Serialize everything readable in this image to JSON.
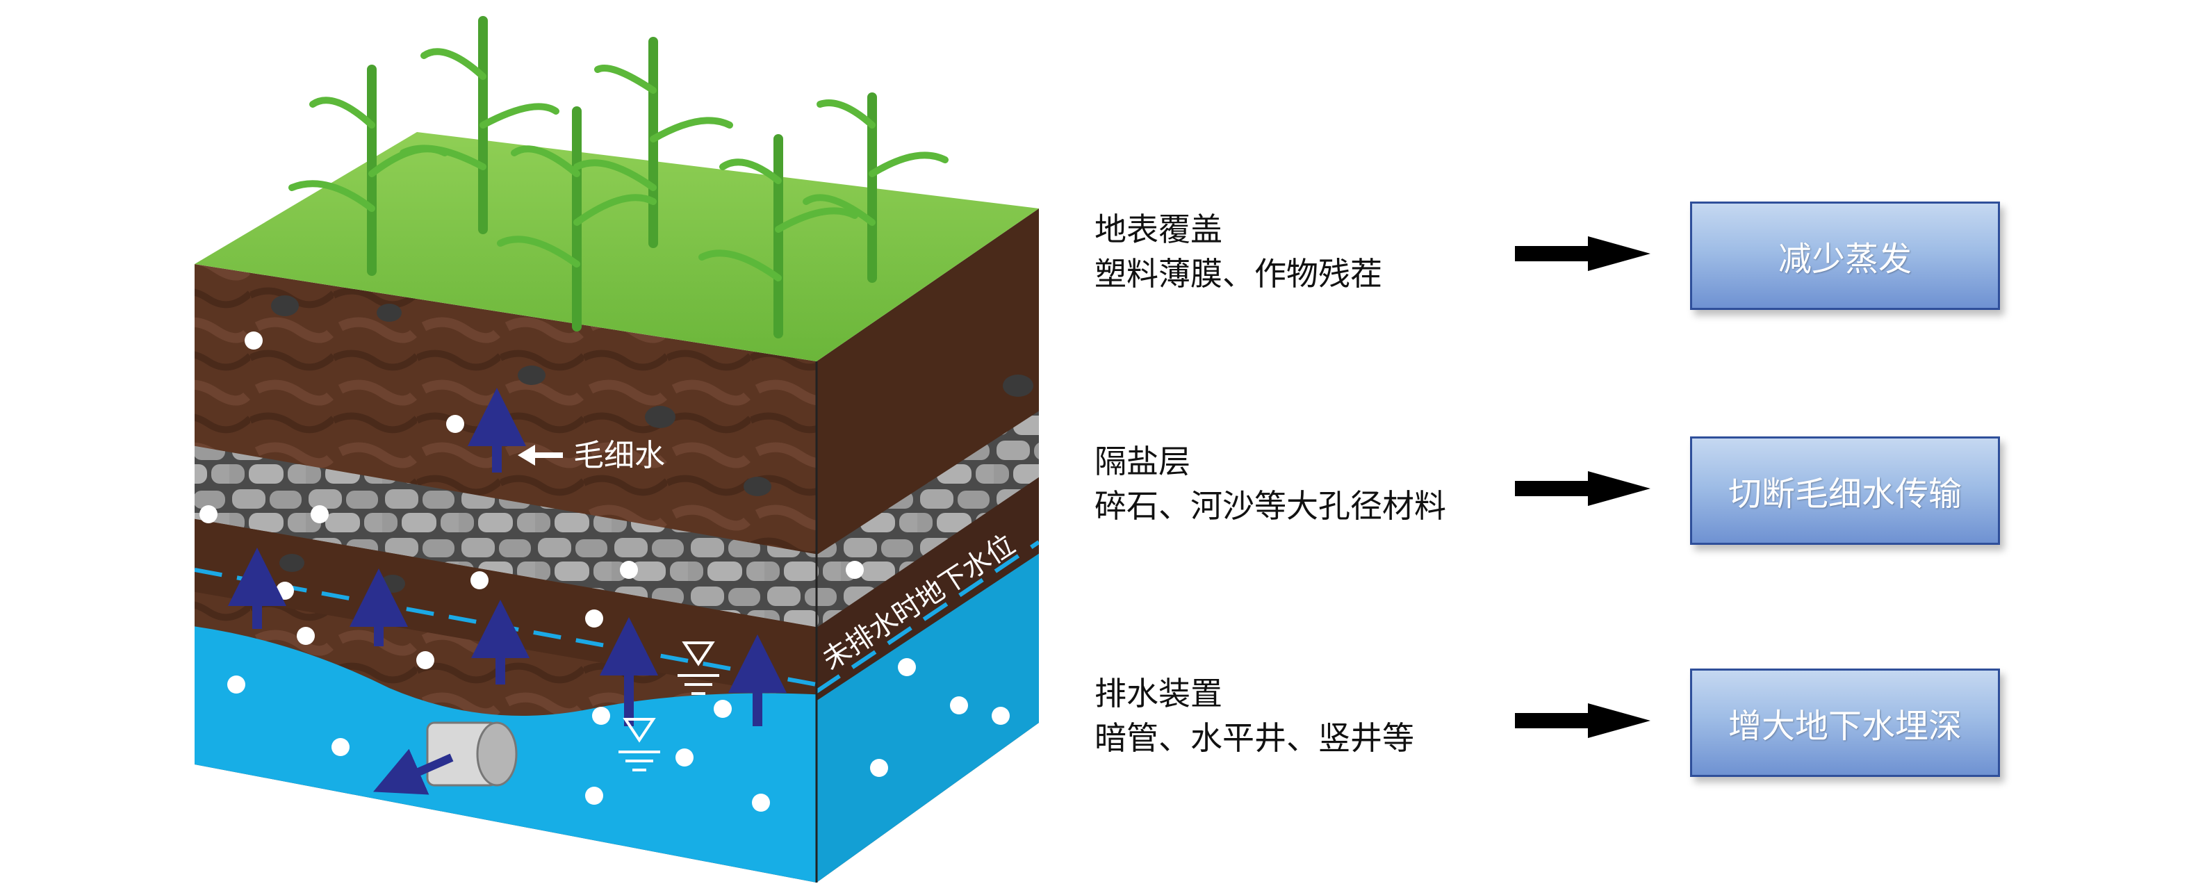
{
  "diagram": {
    "block_labels": {
      "capillary_water": "毛细水",
      "water_table_before_drainage": "未排水时地下水位"
    },
    "rows": [
      {
        "title": "地表覆盖",
        "subtitle": "塑料薄膜、作物残茬",
        "result": "减少蒸发"
      },
      {
        "title": "隔盐层",
        "subtitle": "碎石、河沙等大孔径材料",
        "result": "切断毛细水传输"
      },
      {
        "title": "排水装置",
        "subtitle": "暗管、水平井、竖井等",
        "result": "增大地下水埋深"
      }
    ]
  },
  "colors": {
    "grass": "#79c143",
    "soil": "#5a3421",
    "gravel": "#8f8f8f",
    "water": "#16aee4",
    "capillary_arrow": "#2a2f8f",
    "result_box": "#8fb0e0"
  }
}
